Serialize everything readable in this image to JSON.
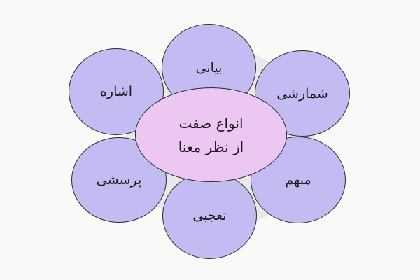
{
  "diagram": {
    "center": {
      "line1": "انواع صفت",
      "line2": "از نظر معنا"
    },
    "nodes": [
      {
        "id": "bayani",
        "label": "بیانی"
      },
      {
        "id": "shomareshi",
        "label": "شمارشی"
      },
      {
        "id": "mobham",
        "label": "مبهم"
      },
      {
        "id": "tajobi",
        "label": "تعجبی"
      },
      {
        "id": "porseshi",
        "label": "پرسشی"
      },
      {
        "id": "eshare",
        "label": "اشاره"
      }
    ]
  },
  "colors": {
    "petal_fill": "#c3bcf2",
    "center_fill": "#ebc7f2",
    "outline": "#2b2b2b",
    "background": "#faf9f8"
  }
}
